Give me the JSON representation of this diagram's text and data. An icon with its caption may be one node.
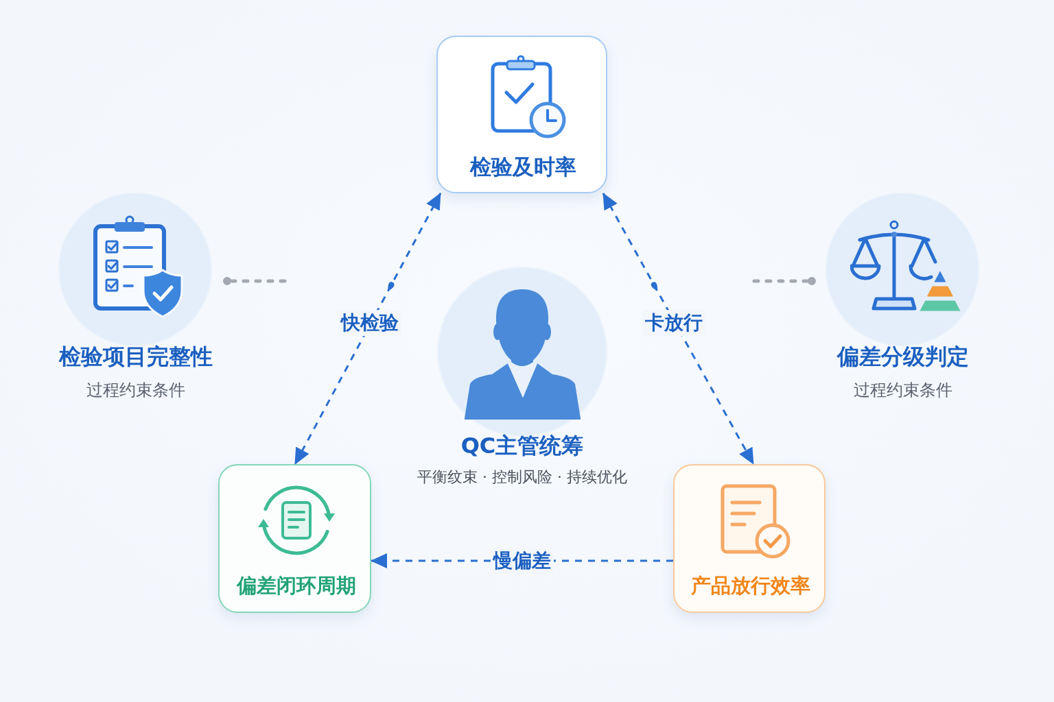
{
  "diagram": {
    "nodes": [
      {
        "text": [
          "检验及时率"
        ]
      },
      {
        "text": [
          "检验项目完整性",
          "过程约束条件"
        ]
      },
      {
        "text": [
          "QC主管统筹",
          "平衡纹束 · 控制风险 · 持续优化"
        ]
      },
      {
        "text": [
          "偏差分级判定",
          "过程约束条件"
        ]
      },
      {
        "text": [
          "偏差闭环周期"
        ]
      },
      {
        "text": [
          "产品放行效率"
        ]
      }
    ],
    "edges": [
      {
        "from": 0,
        "to": 4,
        "arrow": "both",
        "label": "快检验",
        "style": "dashed"
      },
      {
        "from": 0,
        "to": 5,
        "arrow": "both",
        "label": "卡放行",
        "style": "dashed"
      },
      {
        "from": 5,
        "to": 4,
        "arrow": "to",
        "label": "慢偏差",
        "style": "dashed"
      },
      {
        "from": 1,
        "to": null,
        "arrow": "other",
        "style": "dashed",
        "color": "#a4a9b1"
      },
      {
        "from": 3,
        "to": null,
        "arrow": "other",
        "style": "dashed",
        "color": "#a4a9b1"
      }
    ]
  }
}
